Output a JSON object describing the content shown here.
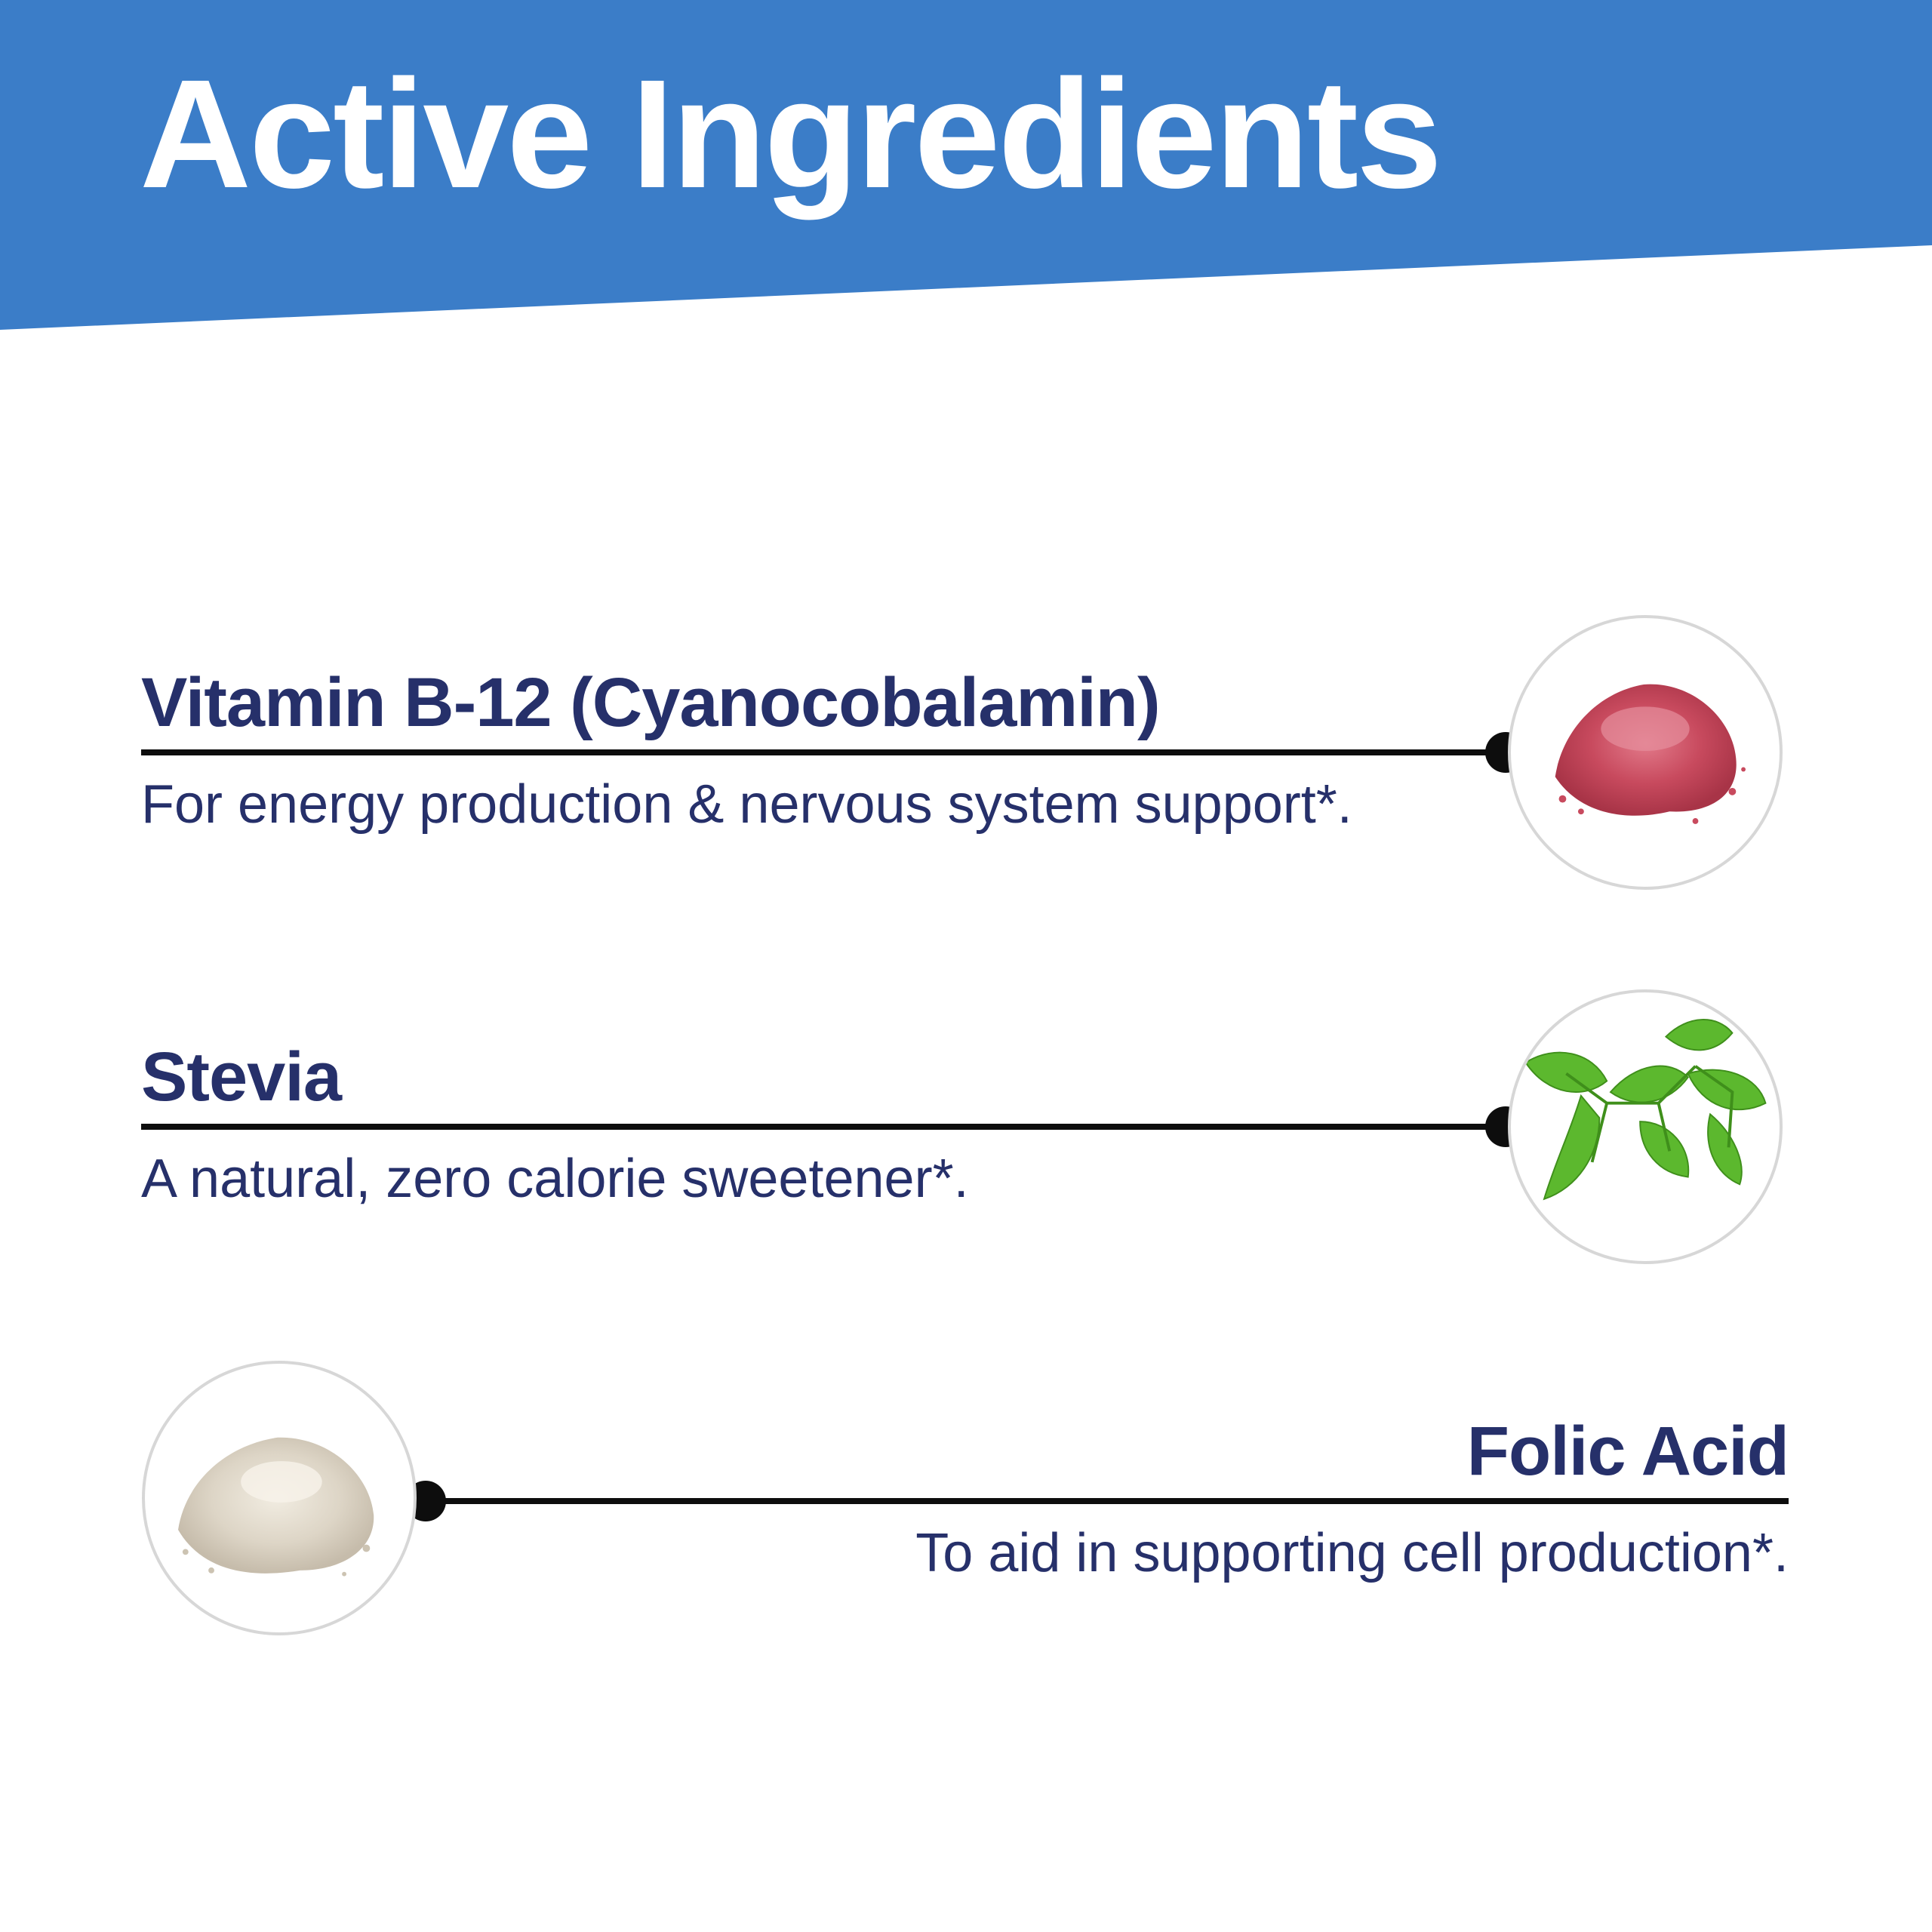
{
  "header": {
    "title": "Active Ingredients",
    "band_color": "#3b7dc8"
  },
  "ingredients": [
    {
      "name": "Vitamin B-12 (Cyanocobalamin)",
      "description": "For energy production & nervous system support*.",
      "icon": "red-powder-icon"
    },
    {
      "name": "Stevia",
      "description": "A natural, zero calorie sweetener*.",
      "icon": "stevia-leaf-icon"
    },
    {
      "name": "Folic Acid",
      "description": "To aid in supporting cell production*.",
      "icon": "white-powder-icon"
    }
  ],
  "colors": {
    "text_navy": "#26306a",
    "line": "#0d0d0d",
    "circle_border": "#d7d7d7"
  }
}
